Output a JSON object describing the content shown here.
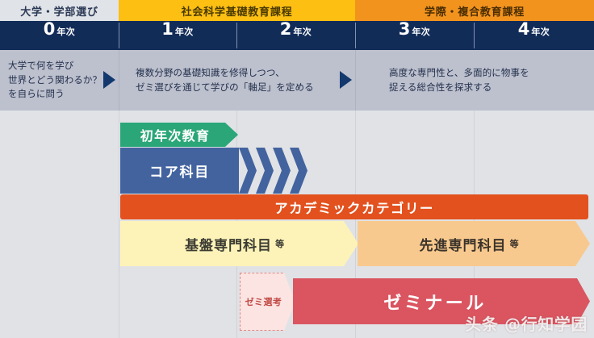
{
  "stages": [
    {
      "label": "大学・学部選び",
      "color": "#e0e3e8"
    },
    {
      "label": "社会科学基礎教育課程",
      "color": "#fcbf12"
    },
    {
      "label": "学際・複合教育課程",
      "color": "#f2931e"
    }
  ],
  "years": [
    {
      "num": "0",
      "suffix": "年次"
    },
    {
      "num": "1",
      "suffix": "年次"
    },
    {
      "num": "2",
      "suffix": "年次"
    },
    {
      "num": "3",
      "suffix": "年次"
    },
    {
      "num": "4",
      "suffix": "年次"
    }
  ],
  "descriptions": [
    {
      "text": "大学で何を学び\n世界とどう関わるか？\nを自らに問う"
    },
    {
      "text": "複数分野の基礎知識を修得しつつ、\nゼミ選びを通じて学びの「軸足」を定める"
    },
    {
      "text": "高度な専門性と、多面的に物事を\n捉える総合性を探求する"
    }
  ],
  "bars": {
    "first_year_education": {
      "label": "初年次教育",
      "color": "#2ba678"
    },
    "core_subjects": {
      "label": "コア科目",
      "color": "#43639f"
    },
    "academic_category": {
      "label": "アカデミックカテゴリー",
      "color": "#e2511e"
    },
    "foundation_subjects": {
      "label": "基盤専門科目",
      "suffix": "等",
      "color": "#fdf3b8"
    },
    "advanced_subjects": {
      "label": "先進専門科目",
      "suffix": "等",
      "color": "#f8c98e"
    },
    "seminar_selection": {
      "label": "ゼミ選考",
      "color": "#fbe4e2"
    },
    "seminar": {
      "label": "ゼミナール",
      "color": "#da5560"
    }
  },
  "watermark": {
    "text": "头条 @行知学园"
  },
  "chart_data": {
    "type": "table",
    "title": "教育課程タイムライン",
    "categories": [
      "0年次",
      "1年次",
      "2年次",
      "3年次",
      "4年次"
    ],
    "stage_spans": [
      {
        "name": "大学・学部選び",
        "from": "0年次",
        "to": "0年次"
      },
      {
        "name": "社会科学基礎教育課程",
        "from": "1年次",
        "to": "2年次"
      },
      {
        "name": "学際・複合教育課程",
        "from": "3年次",
        "to": "4年次"
      }
    ],
    "series": [
      {
        "name": "初年次教育",
        "from": "1年次",
        "to": "1年次"
      },
      {
        "name": "コア科目",
        "from": "1年次",
        "to": "2年次"
      },
      {
        "name": "アカデミックカテゴリー",
        "from": "1年次",
        "to": "4年次"
      },
      {
        "name": "基盤専門科目 等",
        "from": "1年次",
        "to": "2年次"
      },
      {
        "name": "先進専門科目 等",
        "from": "3年次",
        "to": "4年次"
      },
      {
        "name": "ゼミ選考",
        "from": "2年次",
        "to": "2年次"
      },
      {
        "name": "ゼミナール",
        "from": "2年次",
        "to": "4年次"
      }
    ],
    "legend": "none",
    "grid": true
  }
}
